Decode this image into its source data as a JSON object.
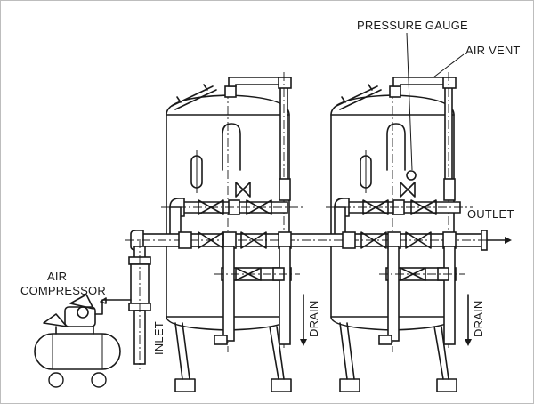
{
  "labels": {
    "pressure_gauge": "PRESSURE GAUGE",
    "air_vent": "AIR VENT",
    "outlet": "OUTLET",
    "air": "AIR",
    "compressor": "COMPRESSOR",
    "inlet": "INLET",
    "drain_left": "DRAIN",
    "drain_right": "DRAIN"
  },
  "colors": {
    "line": "#1a1a1a",
    "background": "#ffffff",
    "border": "#bdbdbd"
  }
}
